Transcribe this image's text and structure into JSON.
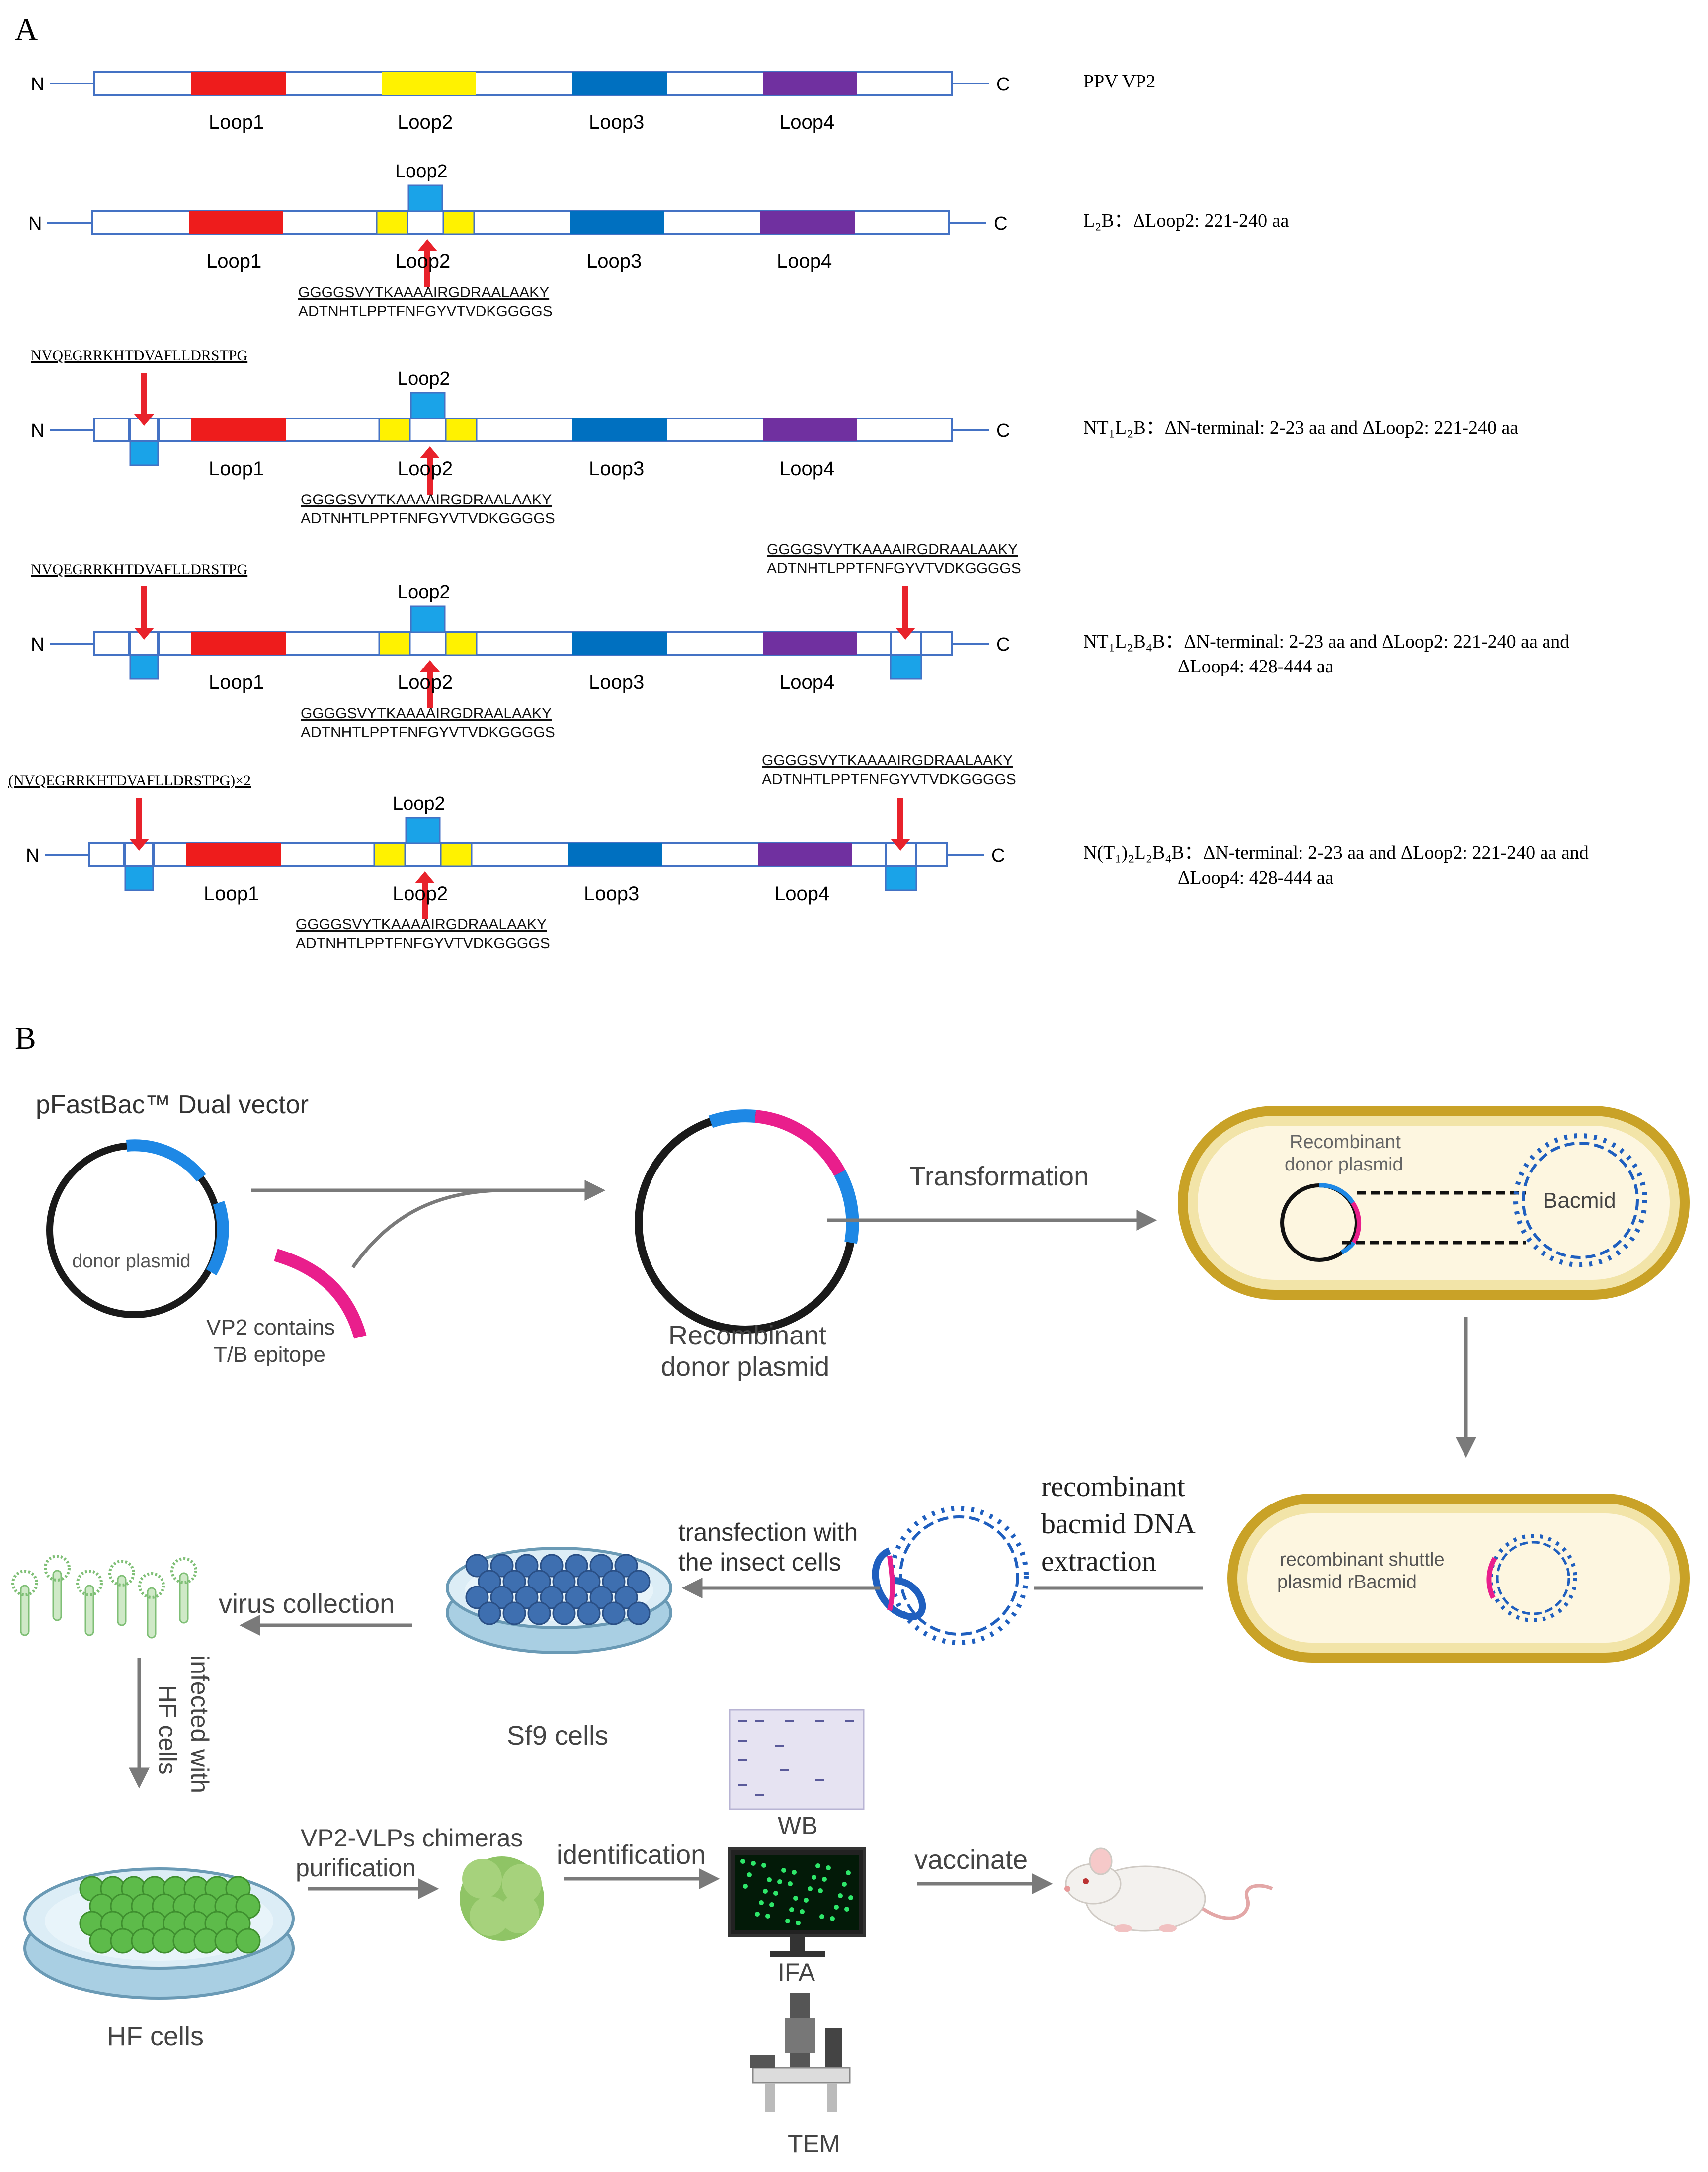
{
  "panelA": {
    "label": "A",
    "colors": {
      "loop1": "#ee1c1c",
      "loop2": "#fff200",
      "loop3": "#0070c0",
      "loop4": "#7030a0",
      "insert": "#1aa3e8",
      "arrow": "#e8222b",
      "outline": "#4472c4"
    },
    "terminal_n": "N",
    "terminal_c": "C",
    "loop_labels": [
      "Loop1",
      "Loop2",
      "Loop3",
      "Loop4"
    ],
    "loop2_label": "Loop2",
    "tb_line1": "GGGGSVYTKAAAAIRGDRAALAAKY",
    "tb_line2": "ADTNHTLPPTFNFGYVTVDKGGGGS",
    "nt_epitope": "NVQEGRRKHTDVAFLLDRSTPG",
    "nt_epitope_x2": "(NVQEGRRKHTDVAFLLDRSTPG)×2",
    "rows": [
      {
        "name": "PPV VP2",
        "desc1": "PPV VP2",
        "desc2": ""
      },
      {
        "name": "L2B",
        "desc1": "L₂B：ΔLoop2: 221-240 aa",
        "desc2": ""
      },
      {
        "name": "NT1L2B",
        "desc1": "NT₁L₂B：ΔN-terminal: 2-23 aa and ΔLoop2: 221-240 aa",
        "desc2": ""
      },
      {
        "name": "NT1L2B4B",
        "desc1": "NT₁L₂B₄B：ΔN-terminal: 2-23 aa and ΔLoop2: 221-240 aa and",
        "desc2": "ΔLoop4: 428-444 aa"
      },
      {
        "name": "N(T1)2L2B4B",
        "desc1": "N(T₁)₂L₂B₄B：ΔN-terminal: 2-23 aa and ΔLoop2: 221-240 aa and",
        "desc2": "ΔLoop4: 428-444 aa"
      }
    ]
  },
  "panelB": {
    "label": "B",
    "vector_title": "pFastBac™ Dual vector",
    "donor_plasmid": "donor plasmid",
    "vp2_line1": "VP2 contains",
    "vp2_line2": "T/B epitope",
    "recombinant_donor_line1": "Recombinant",
    "recombinant_donor_line2": "donor plasmid",
    "transformation": "Transformation",
    "cell1_line1": "Recombinant",
    "cell1_line2": "donor plasmid",
    "bacmid": "Bacmid",
    "extraction_line1": "recombinant",
    "extraction_line2": "bacmid DNA",
    "extraction_line3": "extraction",
    "shuttle_line1": "recombinant shuttle",
    "shuttle_line2": "plasmid rBacmid",
    "transfection_line1": "transfection with",
    "transfection_line2": "the insect cells",
    "sf9": "Sf9 cells",
    "virus_collection": "virus collection",
    "infected_line1": "infected with",
    "infected_line2": "HF cells",
    "hf_cells": "HF cells",
    "purif_line1": "VP2-VLPs chimeras",
    "purif_line2": "purification",
    "identification": "identification",
    "wb": "WB",
    "ifa": "IFA",
    "tem": "TEM",
    "vaccinate": "vaccinate",
    "colors": {
      "vector_blue": "#1e88e5",
      "insert_magenta": "#e91e8c",
      "gold": "#c9a227",
      "dna": "#1f5fbf",
      "green_cells": "#5dbb4a",
      "arrow_gray": "#777777"
    }
  }
}
